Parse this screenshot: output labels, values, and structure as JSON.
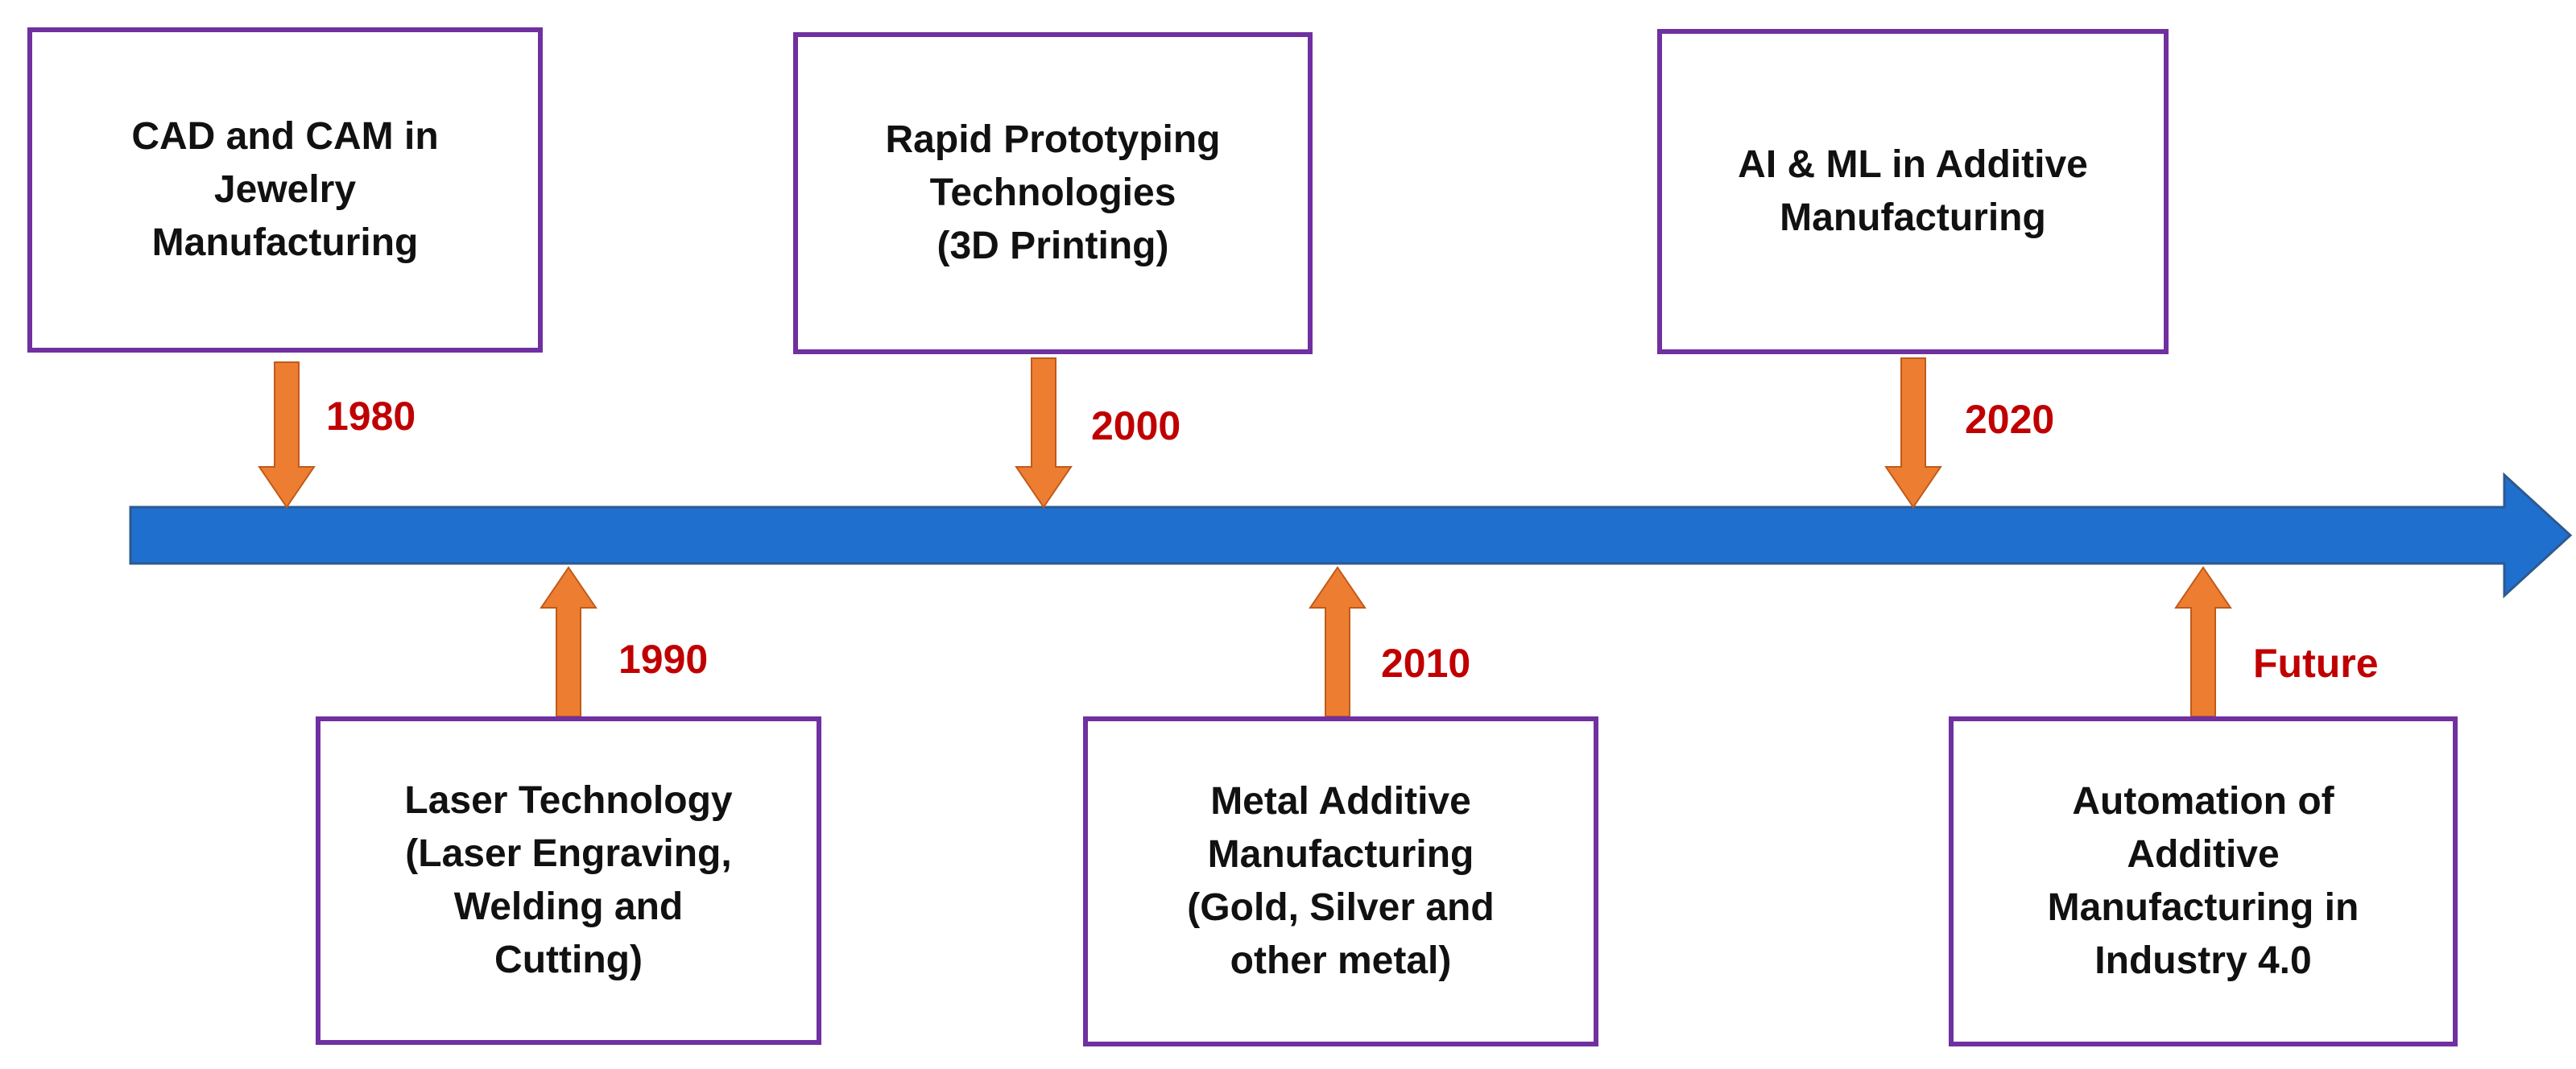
{
  "colors": {
    "timeline": "#1f6fcf",
    "timeline_border": "#2d5a8e",
    "arrow_fill": "#ed7d31",
    "arrow_border": "#c05a1a",
    "box_border": "#7030a0",
    "year_text": "#c00000"
  },
  "milestones": [
    {
      "label": "CAD and CAM in\nJewelry\nManufacturing",
      "year": "1980"
    },
    {
      "label": "Laser Technology\n(Laser Engraving,\nWelding and\nCutting)",
      "year": "1990"
    },
    {
      "label": "Rapid Prototyping\nTechnologies\n(3D Printing)",
      "year": "2000"
    },
    {
      "label": "Metal Additive\nManufacturing\n(Gold, Silver and\nother metal)",
      "year": "2010"
    },
    {
      "label": "AI & ML in Additive\nManufacturing",
      "year": "2020"
    },
    {
      "label": "Automation of\nAdditive\nManufacturing in\nIndustry 4.0",
      "year": "Future"
    }
  ]
}
